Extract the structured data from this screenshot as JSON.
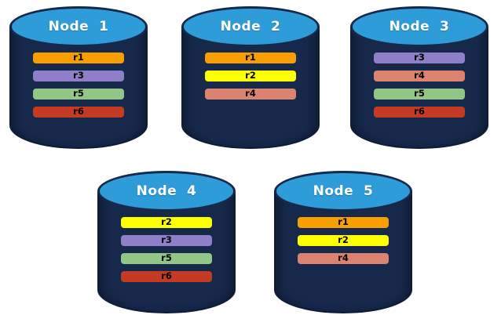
{
  "page": {
    "background_color": "#FFFFFF"
  },
  "cylinder": {
    "body_color": "#16294B",
    "top_color": "#2E9CD9",
    "outline_color": "#0D1C38",
    "label_color": "#FFFFFF"
  },
  "record_colors": {
    "r1": "#F89E01",
    "r2": "#FEFF00",
    "r3": "#8E7FC8",
    "r4": "#DC8370",
    "r5": "#93C587",
    "r6": "#C43A22"
  },
  "nodes": [
    {
      "label": "Node  1",
      "records": [
        {
          "id": "r1",
          "label": "r1"
        },
        {
          "id": "r3",
          "label": "r3"
        },
        {
          "id": "r5",
          "label": "r5"
        },
        {
          "id": "r6",
          "label": "r6"
        }
      ]
    },
    {
      "label": "Node  2",
      "records": [
        {
          "id": "r1",
          "label": "r1"
        },
        {
          "id": "r2",
          "label": "r2"
        },
        {
          "id": "r4",
          "label": "r4"
        }
      ]
    },
    {
      "label": "Node  3",
      "records": [
        {
          "id": "r3",
          "label": "r3"
        },
        {
          "id": "r4",
          "label": "r4"
        },
        {
          "id": "r5",
          "label": "r5"
        },
        {
          "id": "r6",
          "label": "r6"
        }
      ]
    },
    {
      "label": "Node  4",
      "records": [
        {
          "id": "r2",
          "label": "r2"
        },
        {
          "id": "r3",
          "label": "r3"
        },
        {
          "id": "r5",
          "label": "r5"
        },
        {
          "id": "r6",
          "label": "r6"
        }
      ]
    },
    {
      "label": "Node  5",
      "records": [
        {
          "id": "r1",
          "label": "r1"
        },
        {
          "id": "r2",
          "label": "r2"
        },
        {
          "id": "r4",
          "label": "r4"
        }
      ]
    }
  ]
}
